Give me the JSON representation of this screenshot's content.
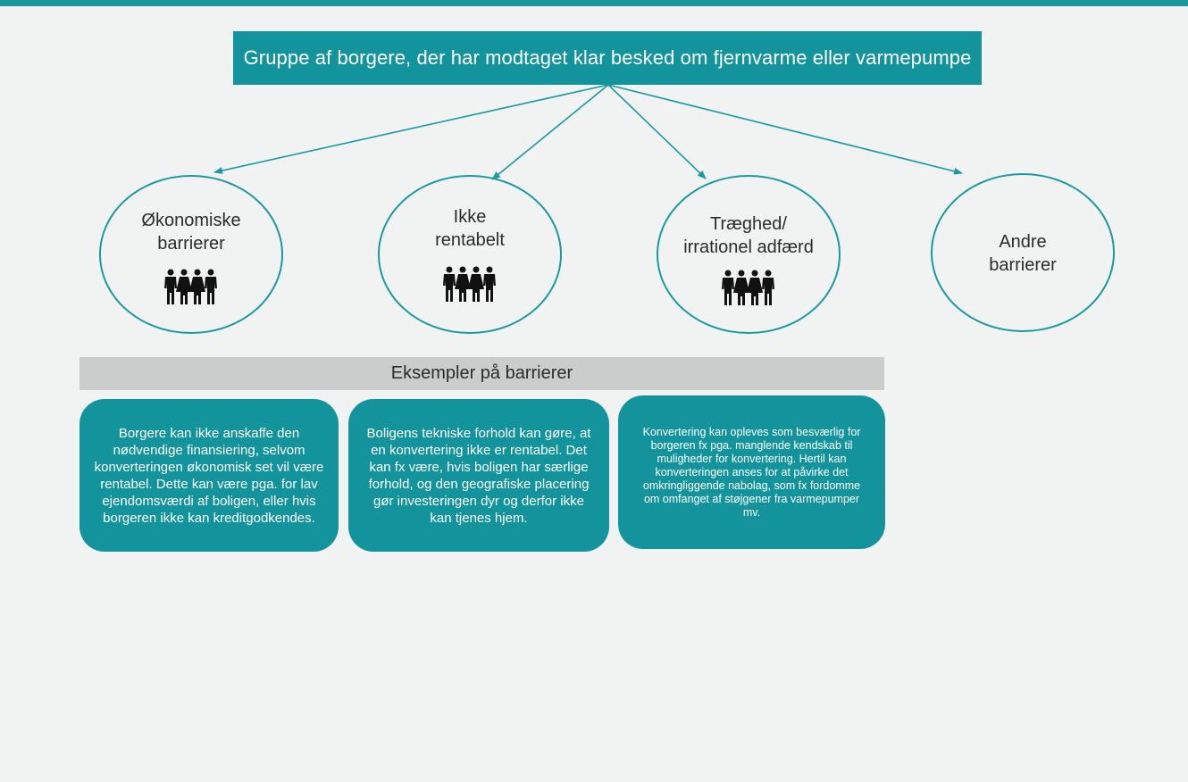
{
  "root": {
    "text": "Gruppe af borgere, der har modtaget klar besked om fjernvarme eller varmepumpe"
  },
  "nodes": [
    {
      "label": "Økonomiske barrierer",
      "has_people_icon": true
    },
    {
      "label": "Ikke rentabelt",
      "has_people_icon": true
    },
    {
      "label": "Træghed/ irrationel adfærd",
      "has_people_icon": true
    },
    {
      "label": "Andre barrierer",
      "has_people_icon": false
    }
  ],
  "examples": {
    "header": "Eksempler på barrierer",
    "cards": [
      "Borgere kan ikke anskaffe den nødvendige finansiering, selvom konverteringen økonomisk set vil være rentabel. Dette kan være pga. for lav ejendomsværdi af boligen, eller hvis borgeren ikke kan kreditgodkendes.",
      "Boligens tekniske forhold kan gøre, at en konvertering ikke er rentabel. Det kan fx være, hvis boligen har særlige forhold, og den geografiske placering gør investeringen dyr og derfor ikke kan tjenes hjem.",
      "Konvertering kan opleves som besværlig for borgeren fx pga. manglende kendskab til muligheder for konvertering. Hertil kan konverteringen anses for at påvirke det omkringliggende nabolag, som fx fordomme om omfanget af støjgener fra varmepumper mv."
    ]
  },
  "colors": {
    "teal": "#13949c",
    "teal_line": "#1a9aa0",
    "header_gray": "#cbcccc",
    "background": "#f1f2f2"
  },
  "icons": [
    "people-group-icon"
  ]
}
